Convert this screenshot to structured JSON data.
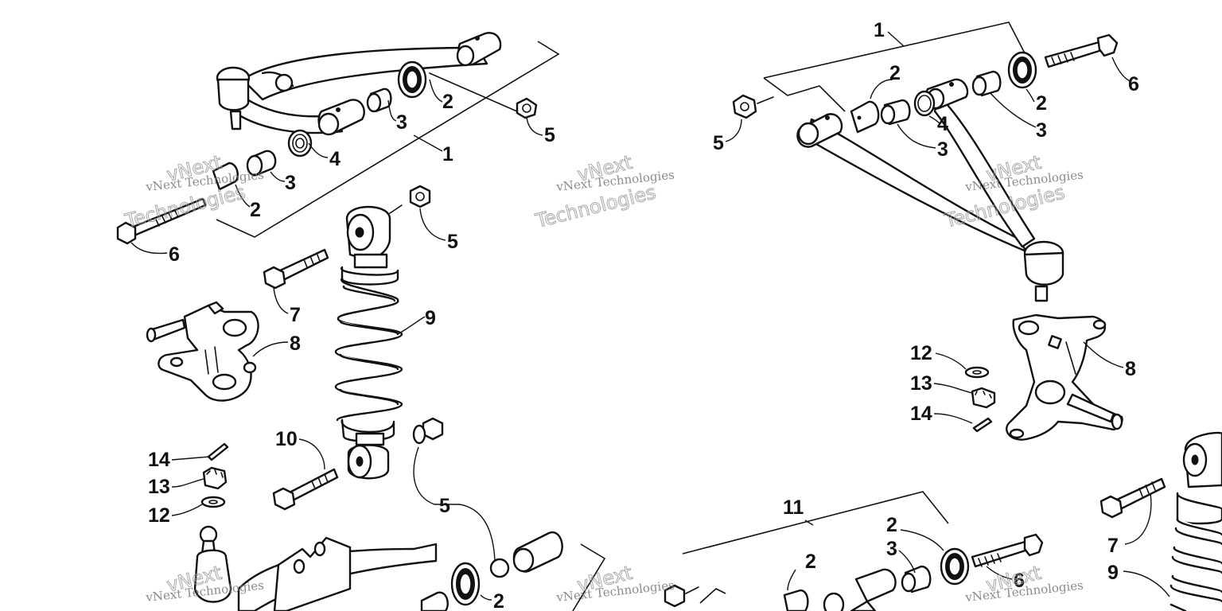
{
  "watermark": {
    "line1": "vNext Technologies",
    "outline_top": "vNext",
    "outline_bottom": "Technologies"
  },
  "callouts": {
    "l_arm": "1",
    "l_bush_outer": "2",
    "l_bush_inner": "3",
    "l_bearing": "4",
    "l_nut_top": "5",
    "l_bolt_top": "6",
    "l_bush_left": "3",
    "l_bush_left2": "2",
    "l_bolt_shock": "7",
    "l_knuckle": "8",
    "l_shock": "9",
    "l_bolt_lower": "10",
    "l_nut_lower": "5",
    "l_cotter": "14",
    "l_castle": "13",
    "l_washer": "12",
    "l_bush_bottom": "2",
    "r_arm": "1",
    "r_bush_a": "2",
    "r_bush_b": "2",
    "r_bush_c": "3",
    "r_bush_d": "3",
    "r_bearing": "4",
    "r_nut": "5",
    "r_bolt": "6",
    "r_knuckle": "8",
    "r_washer": "12",
    "r_castle": "13",
    "r_cotter": "14",
    "r_lower_arm": "11",
    "r_lower_bush_a": "2",
    "r_lower_bush_b": "3",
    "r_lower_bush_c": "2",
    "r_lower_bolt": "6",
    "r_shock_bolt": "7",
    "r_shock": "9"
  }
}
